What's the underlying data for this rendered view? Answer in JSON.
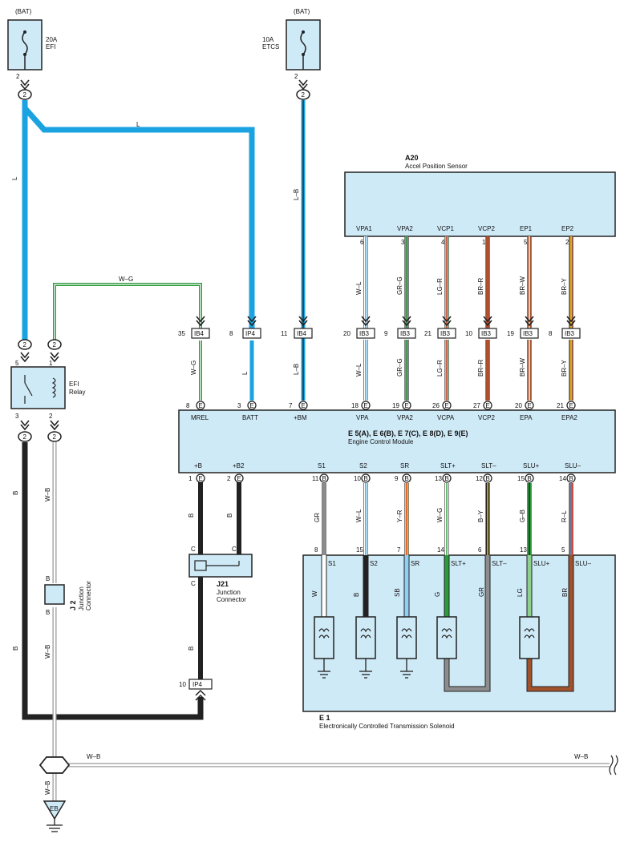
{
  "colors": {
    "box_fill": "#cfeaf7",
    "wire_L": "#1aa3e0",
    "wire_B": "#222222",
    "wire_W": "#ffffff",
    "wire_G": "#2a9a3a",
    "wire_R": "#e23a2e",
    "wire_Y": "#f2d21b",
    "wire_BR": "#a0522d",
    "wire_GR": "#8c8c8c",
    "wire_LG": "#8fd08f",
    "wire_SB": "#8fd0f2"
  },
  "fuses": [
    {
      "source": "(BAT)",
      "rating": "20A",
      "name": "EFI",
      "pin": "2",
      "conn": "2"
    },
    {
      "source": "(BAT)",
      "rating": "10A",
      "name": "ETCS",
      "pin": "2",
      "conn": "2"
    }
  ],
  "relay": {
    "name1": "EFI",
    "name2": "Relay",
    "pins": [
      "5",
      "1",
      "3",
      "2"
    ],
    "conns": [
      "2",
      "2",
      "2",
      "2"
    ]
  },
  "wire_labels": {
    "l_left": "L",
    "l_top": "L",
    "lb_top": "L–B",
    "wg_top": "W–G",
    "b_left": "B",
    "wb_left": "W–B",
    "b_left2": "B",
    "wb_left2": "W–B",
    "b_ecm1": "B",
    "b_ecm2": "B",
    "b_j21": "B",
    "wb_ground": "W–B",
    "wb_right": "W–B",
    "wb_vert": "W–B"
  },
  "sensor": {
    "id": "A20",
    "name": "Accel Position Sensor",
    "pins": [
      {
        "label": "VPA1",
        "num": "6",
        "wire": "W–L"
      },
      {
        "label": "VPA2",
        "num": "3",
        "wire": "GR–G"
      },
      {
        "label": "VCP1",
        "num": "4",
        "wire": "LG–R"
      },
      {
        "label": "VCP2",
        "num": "1",
        "wire": "BR–R"
      },
      {
        "label": "EP1",
        "num": "5",
        "wire": "BR–W"
      },
      {
        "label": "EP2",
        "num": "2",
        "wire": "BR–Y"
      }
    ]
  },
  "ib_row": [
    {
      "num": "35",
      "conn": "IB4",
      "wire": "W–G"
    },
    {
      "num": "8",
      "conn": "IP4",
      "wire": "L"
    },
    {
      "num": "11",
      "conn": "IB4",
      "wire": "L–B"
    },
    {
      "num": "20",
      "conn": "IB3",
      "wire": "W–L"
    },
    {
      "num": "9",
      "conn": "IB3",
      "wire": "GR–G"
    },
    {
      "num": "21",
      "conn": "IB3",
      "wire": "LG–R"
    },
    {
      "num": "10",
      "conn": "IB3",
      "wire": "BR–R"
    },
    {
      "num": "19",
      "conn": "IB3",
      "wire": "BR–W"
    },
    {
      "num": "8",
      "conn": "IB3",
      "wire": "BR–Y"
    }
  ],
  "ecm": {
    "title": "E 5(A), E 6(B), E 7(C), E 8(D), E 9(E)",
    "name": "Engine Control Module",
    "top_pins": [
      {
        "num": "8",
        "letter": "E",
        "label": "MREL"
      },
      {
        "num": "3",
        "letter": "E",
        "label": "BATT"
      },
      {
        "num": "7",
        "letter": "E",
        "label": "+BM"
      },
      {
        "num": "18",
        "letter": "E",
        "label": "VPA"
      },
      {
        "num": "19",
        "letter": "E",
        "label": "VPA2"
      },
      {
        "num": "26",
        "letter": "E",
        "label": "VCPA"
      },
      {
        "num": "27",
        "letter": "E",
        "label": "VCP2"
      },
      {
        "num": "20",
        "letter": "E",
        "label": "EPA"
      },
      {
        "num": "21",
        "letter": "E",
        "label": "EPA2"
      }
    ],
    "bottom_pins": [
      {
        "num": "1",
        "letter": "E",
        "label": "+B"
      },
      {
        "num": "2",
        "letter": "E",
        "label": "+B2"
      },
      {
        "num": "11",
        "letter": "B",
        "label": "S1"
      },
      {
        "num": "10",
        "letter": "B",
        "label": "S2"
      },
      {
        "num": "9",
        "letter": "B",
        "label": "SR"
      },
      {
        "num": "13",
        "letter": "B",
        "label": "SLT+"
      },
      {
        "num": "12",
        "letter": "B",
        "label": "SLT–"
      },
      {
        "num": "15",
        "letter": "B",
        "label": "SLU+"
      },
      {
        "num": "14",
        "letter": "B",
        "label": "SLU–"
      }
    ]
  },
  "solenoid_wires": [
    {
      "wire": "GR",
      "pin": "8",
      "label": "S1",
      "inner": "W"
    },
    {
      "wire": "W–L",
      "pin": "15",
      "label": "S2",
      "inner": "B"
    },
    {
      "wire": "Y–R",
      "pin": "7",
      "label": "SR",
      "inner": "SB"
    },
    {
      "wire": "W–G",
      "pin": "14",
      "label": "SLT+",
      "inner": "G"
    },
    {
      "wire": "B–Y",
      "pin": "6",
      "label": "SLT–",
      "inner": "GR"
    },
    {
      "wire": "G–B",
      "pin": "13",
      "label": "SLU+",
      "inner": "LG"
    },
    {
      "wire": "R–L",
      "pin": "5",
      "label": "SLU–",
      "inner": "BR"
    }
  ],
  "solenoid_box": {
    "id": "E 1",
    "name": "Electronically Controlled Transmission Solenoid"
  },
  "j21": {
    "id": "J21",
    "name1": "Junction",
    "name2": "Connector",
    "pins": [
      "C",
      "C",
      "C"
    ]
  },
  "j2": {
    "id": "J 2",
    "name1": "Junction",
    "name2": "Connector",
    "pins": [
      "B",
      "B"
    ]
  },
  "ip4_bottom": {
    "num": "10",
    "conn": "IP4"
  },
  "ground": {
    "id": "EB"
  }
}
